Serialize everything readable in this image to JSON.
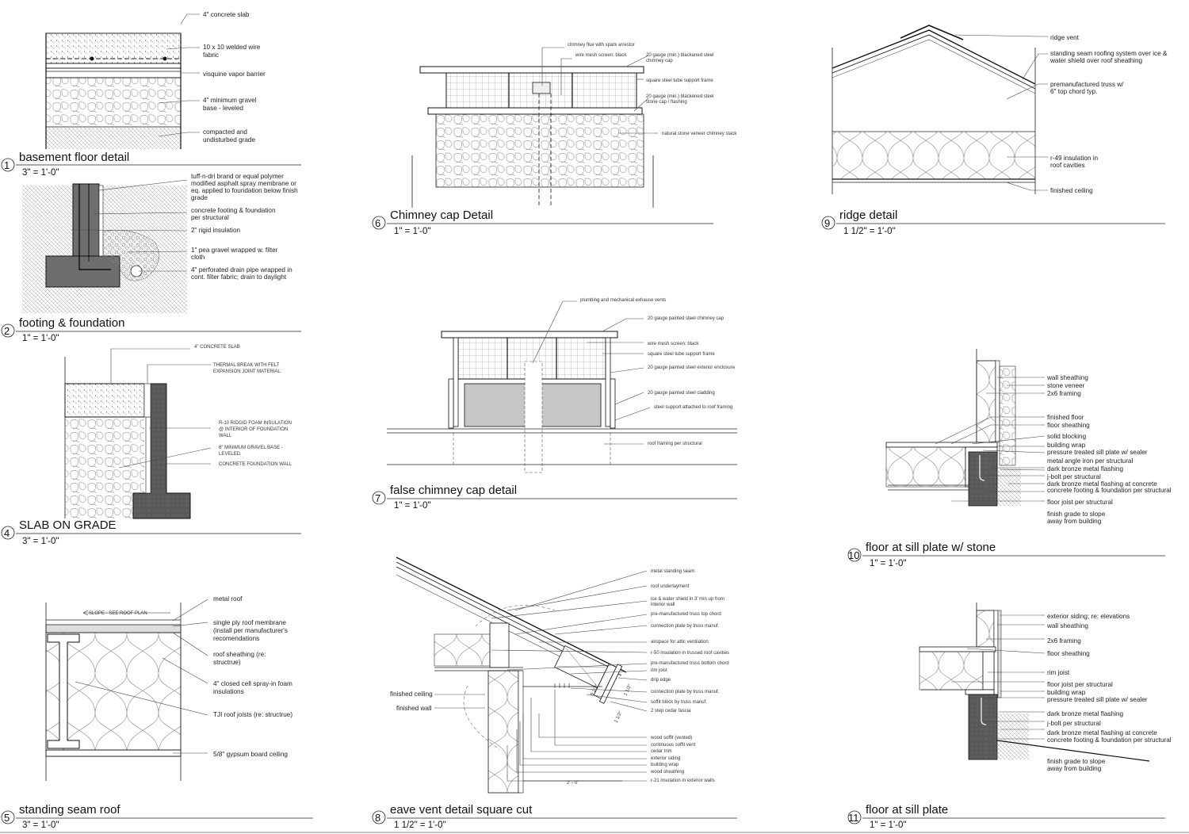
{
  "details": [
    {
      "num": "1",
      "title": "basement floor detail",
      "scale": "3\" = 1'-0\"",
      "notes": [
        "4\" concrete slab",
        "10 x 10 welded wire",
        "fabric",
        "visquine vapor barrier",
        "4\" minimum gravel",
        "base -  leveled",
        "compacted and",
        "undisturbed grade"
      ]
    },
    {
      "num": "2",
      "title": "footing & foundation",
      "scale": "1\" = 1'-0\"",
      "notes": [
        "tuff-n-dri brand or equal polymer",
        "modified asphalt spray membrane or",
        "eq. applied to foundation below finish",
        "grade",
        "concrete footing & foundation",
        "per structural",
        "2\" rigid insulation",
        "1\" pea gravel wrapped w. filter",
        "cloth",
        "4\" perforated drain pipe wrapped in",
        "cont. filter fabric; drain to daylight"
      ]
    },
    {
      "num": "4",
      "title": "SLAB ON GRADE",
      "scale": "3\" = 1'-0\"",
      "notes": [
        "4\" CONCRETE SLAB",
        "THERMAL BREAK WITH FELT",
        "EXPANSION JOINT MATERIAL.",
        "R-10 RIDGID FOAM INSULATION",
        "@ INTERIOR OF FOUNDATION",
        "WALL",
        "6\" MINIMUM GRAVEL BASE -",
        "LEVELED.",
        "CONCRETE FOUNDATION WALL"
      ]
    },
    {
      "num": "5",
      "title": "standing seam roof",
      "scale": "3\" = 1'-0\"",
      "slope": "SLOPE - SEE ROOF PLAN",
      "notes": [
        "metal roof",
        "single ply roof membrane",
        "(install per manufacturer's",
        "recomendations",
        "roof sheathing (re:",
        "structrue)",
        "4\" closed cell spray-in foam",
        "insulations",
        "TJI roof joists (re: structrue)",
        "5/8\" gypsum board ceiling"
      ]
    },
    {
      "num": "6",
      "title": "Chimney cap Detail",
      "scale": "1\" = 1'-0\"",
      "notes": [
        "chimney flue with spark arrestor",
        "wire mesh screen: black",
        "20 gauge (min.) blackened steel",
        "chimney cap",
        "square steel tube support frame",
        "20 gauge (min.) blackened steel",
        "stone cap / flashing",
        "natural stone veneer chimney stack"
      ]
    },
    {
      "num": "7",
      "title": "false chimney cap detail",
      "scale": "1\" = 1'-0\"",
      "notes": [
        "plumbing and mechanical exhause vents",
        "20 gauge painted steel chimney cap",
        "wire mesh screen: black",
        "square steel tube support frame",
        "20 gauge painted steel exterior enclosure",
        "20 gauge painted steel cladding",
        "steel support attached to roof framing",
        "roof framing per structural"
      ]
    },
    {
      "num": "8",
      "title": "eave vent detail square cut",
      "scale": "1 1/2\" = 1'-0\"",
      "notes": [
        "metal standing seam",
        "roof underlayment",
        "ice & water shield in 3' min up from",
        "interior wall",
        "pre-manufactured truss top chord",
        "connection plate by truss manuf.",
        "airspace for attic ventilation",
        "r-50 insulation in trussed roof cavities",
        "pre-manufactured truss bottom chord",
        "rim joist",
        "drip edge",
        "connection plate by truss manuf.",
        "soffit block by truss manuf.",
        "2 step cedar fascia",
        "wood soffit (vented)",
        "continuous soffit vent",
        "cedar trim",
        "exterior siding",
        "building wrap",
        "wood sheathing",
        "r-21 insulation in exterior walls"
      ],
      "side_notes": [
        "finished ceiling",
        "finished wall"
      ],
      "dims": [
        "2' - 0\"",
        "9 1/2\"",
        "1 1/2\"",
        "1 1/2\""
      ]
    },
    {
      "num": "9",
      "title": "ridge detail",
      "scale": "1 1/2\" = 1'-0\"",
      "notes": [
        "ridge vent",
        "standing seam roofing system over ice &",
        "water shield over roof sheathing",
        "premanufactured truss w/",
        "6\" top chord typ.",
        "r-49 insulation in",
        "roof cavities",
        "finished ceiling"
      ]
    },
    {
      "num": "10",
      "title": "floor at sill plate w/ stone",
      "scale": "1\" = 1'-0\"",
      "notes": [
        "wall sheathing",
        "stone veneer",
        "2x6 framing",
        "finished floor",
        "floor sheathing",
        "solid blocking",
        "building wrap",
        "pressure treated sill plate w/ sealer",
        "metal angle iron per structural",
        "dark bronze metal flashing",
        "j-bolt per structural",
        "dark bronze metal flashing at concrete",
        "concrete footing & foundation per structural",
        "floor joist per structural",
        "finish grade to slope",
        "away from building"
      ]
    },
    {
      "num": "11",
      "title": "floor at sill plate",
      "scale": "1\" = 1'-0\"",
      "notes": [
        "exterior siding; re: elevations",
        "wall sheathing",
        "2x6 framing",
        "floor sheathing",
        "rim joist",
        "floor joist per structural",
        "building wrap",
        "pressure treated sill plate w/ sealer",
        "dark bronze metal flashing",
        "j-bolt per structural",
        "dark bronze metal flashing at concrete",
        "concrete footing & foundation per structural",
        "finish grade to slope",
        "away from building"
      ]
    }
  ]
}
